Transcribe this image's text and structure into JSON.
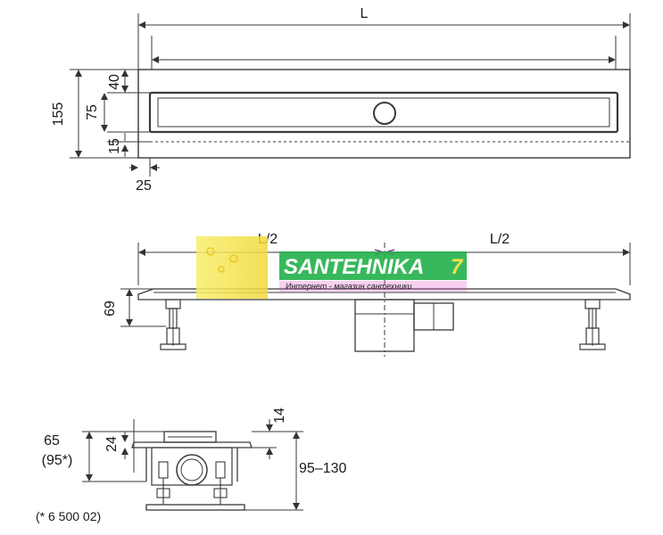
{
  "top_view": {
    "length_label": "L",
    "height_total": "155",
    "height_top": "40",
    "height_channel": "75",
    "height_bottom": "15",
    "edge_width": "25"
  },
  "side_view": {
    "half_left": "L/2",
    "half_right": "L/2",
    "height": "69"
  },
  "section_view": {
    "height_line1": "65",
    "height_line2": "(95*)",
    "depth": "24",
    "top": "14",
    "range": "95–130",
    "footnote": "(* 6 500 02)"
  },
  "watermark": {
    "brand": "SANTEHNIKA",
    "brand_number": "7",
    "slogan": "Интернет - магазин сантехники"
  },
  "colors": {
    "line": "#3a3a3a",
    "brand_green": "#22b04a",
    "brand_yellow": "#f2e24a",
    "brand_pink": "#e040c0"
  }
}
